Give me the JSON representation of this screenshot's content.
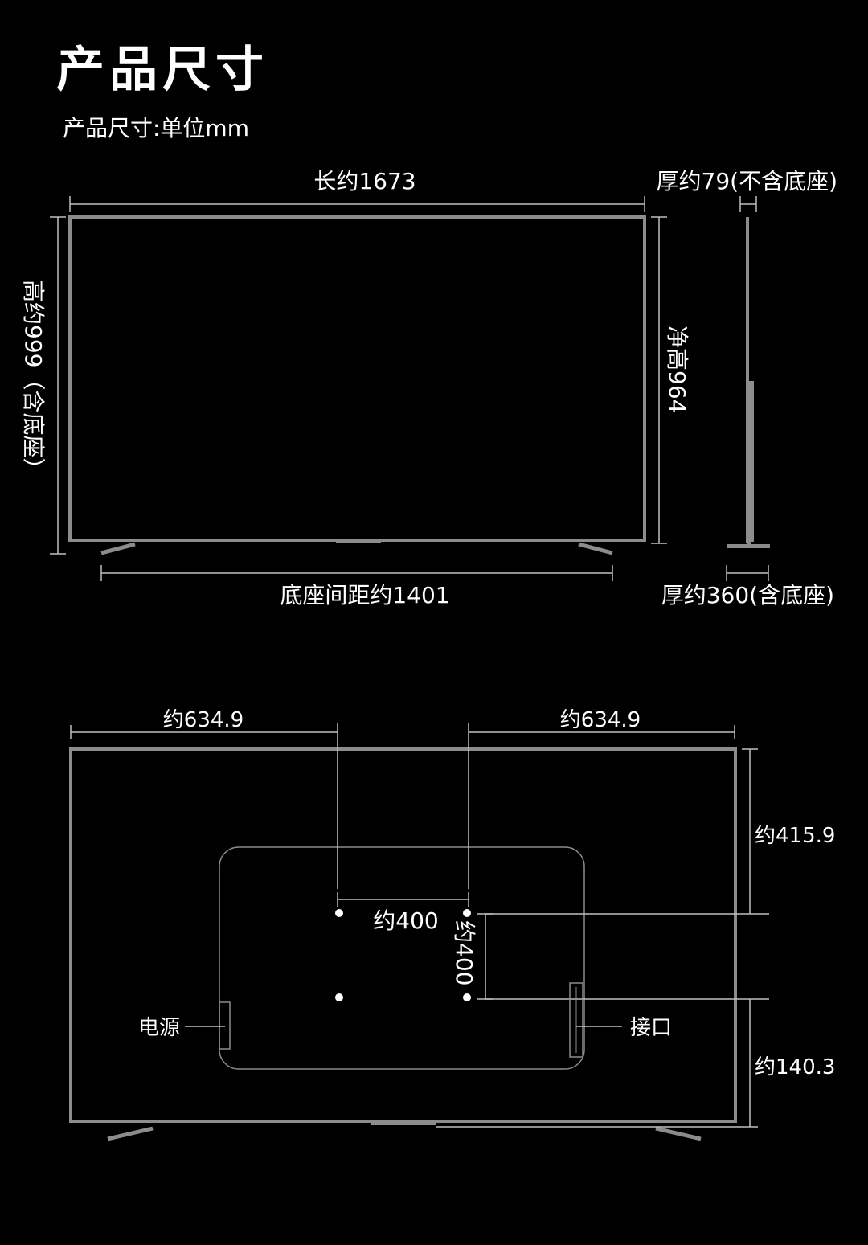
{
  "page": {
    "title": "产品尺寸",
    "subtitle": "产品尺寸:单位mm"
  },
  "front_view": {
    "length_label": "长约1673",
    "height_label": "高约999（含底座）",
    "net_height_label": "净高964",
    "stand_spacing_label": "底座间距约1401"
  },
  "side_view": {
    "thickness_label": "厚约79(不含底座)",
    "base_depth_label": "厚约360(含底座)"
  },
  "rear_view": {
    "left_offset_label": "约634.9",
    "right_offset_label": "约634.9",
    "top_offset_label": "约415.9",
    "bottom_offset_label": "约140.3",
    "vesa_horizontal_label": "约400",
    "vesa_vertical_label": "约400",
    "power_label": "电源",
    "ports_label": "接口"
  },
  "colors": {
    "background": "#000000",
    "frame": "#8c8c8c",
    "dimension_line": "#bfbfbf",
    "text": "#ffffff"
  }
}
